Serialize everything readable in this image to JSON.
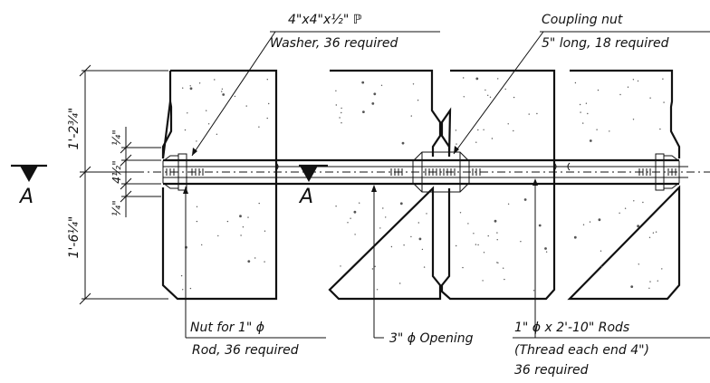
{
  "labels": {
    "washer_line1": "4\"x4\"x½\" ℙ",
    "washer_line2": "Washer, 36 required",
    "coupling_line1": "Coupling nut",
    "coupling_line2": "5\" long, 18 required",
    "nut_line1": "Nut for 1\" ϕ",
    "nut_line2": "Rod, 36 required",
    "opening": "3\" ϕ Opening",
    "rods_line1": "1\" ϕ x 2'-10\" Rods",
    "rods_line2": "(Thread each end 4\")",
    "rods_line3": "36 required",
    "section_left": "A",
    "section_right": "A"
  },
  "dimensions": {
    "upper": "1'-2¾\"",
    "lower": "1'-6¼\"",
    "top_small": "¼\"",
    "middle": "4½\"",
    "bottom_small": "¼\""
  },
  "colors": {
    "line": "#111111",
    "background": "#ffffff",
    "concrete_dots": "#555555"
  }
}
